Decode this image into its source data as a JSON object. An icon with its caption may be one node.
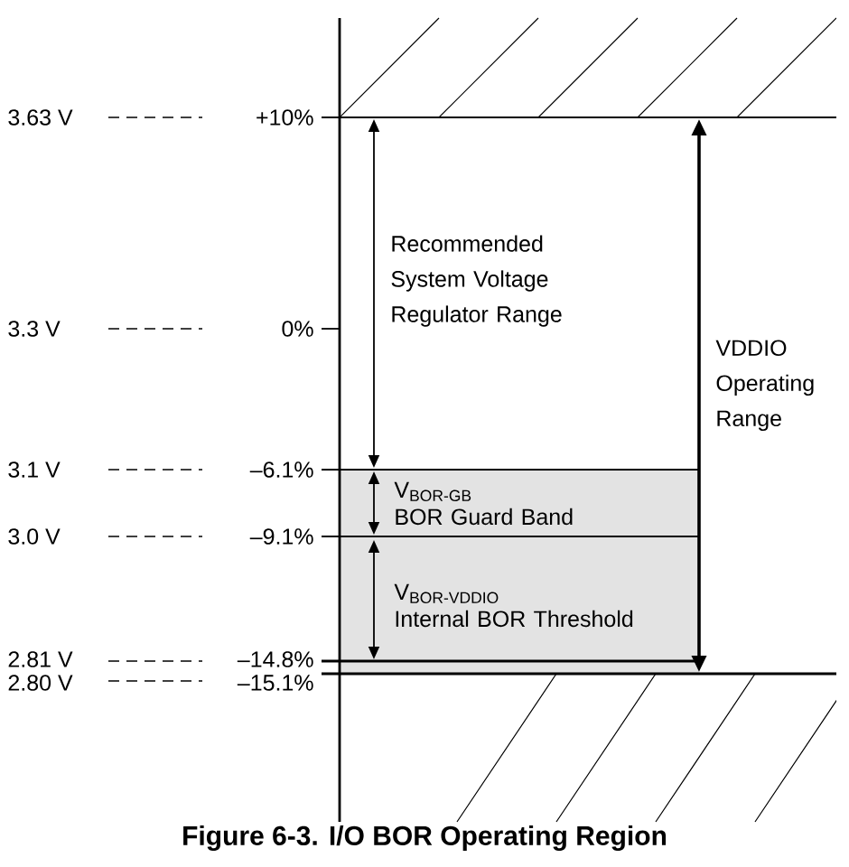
{
  "diagram": {
    "caption": "Figure 6-3. I/O BOR Operating Region",
    "nodes": [
      {
        "text": [
          "V$_{BOR-GB}$",
          "BOR Guard Band"
        ]
      },
      {
        "text": [
          "V$_{BOR-VDDIO}$",
          "Internal BOR Threshold"
        ]
      }
    ],
    "labels": [
      "3.63 V",
      "+10%",
      "Recommended System Voltage Regulator Range",
      "3.3 V",
      "0%",
      "VDDIO Operating Range",
      "3.1 V",
      "–6.1%",
      "3.0 V",
      "–9.1%",
      "2.81 V",
      "–14.8%",
      "2.80 V",
      "–15.1%"
    ]
  }
}
